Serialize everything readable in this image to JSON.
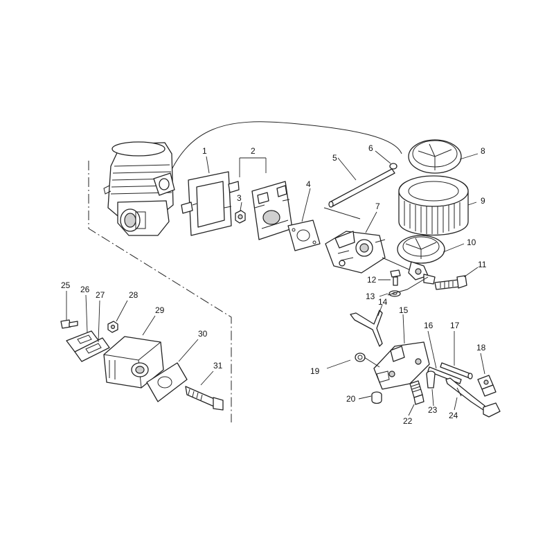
{
  "callouts": [
    {
      "id": "c1",
      "label": "1"
    },
    {
      "id": "c2",
      "label": "2"
    },
    {
      "id": "c3",
      "label": "3"
    },
    {
      "id": "c4",
      "label": "4"
    },
    {
      "id": "c5",
      "label": "5"
    },
    {
      "id": "c6",
      "label": "6"
    },
    {
      "id": "c7",
      "label": "7"
    },
    {
      "id": "c8",
      "label": "8"
    },
    {
      "id": "c9",
      "label": "9"
    },
    {
      "id": "c10",
      "label": "10"
    },
    {
      "id": "c11",
      "label": "11"
    },
    {
      "id": "c12",
      "label": "12"
    },
    {
      "id": "c13",
      "label": "13"
    },
    {
      "id": "c14",
      "label": "14"
    },
    {
      "id": "c15",
      "label": "15"
    },
    {
      "id": "c16",
      "label": "16"
    },
    {
      "id": "c17",
      "label": "17"
    },
    {
      "id": "c18",
      "label": "18"
    },
    {
      "id": "c19",
      "label": "19"
    },
    {
      "id": "c20",
      "label": "20"
    },
    {
      "id": "c21",
      "label": "22"
    },
    {
      "id": "c22",
      "label": "23"
    },
    {
      "id": "c23",
      "label": "24"
    },
    {
      "id": "c25",
      "label": "25"
    },
    {
      "id": "c26",
      "label": "26"
    },
    {
      "id": "c27",
      "label": "27"
    },
    {
      "id": "c28",
      "label": "28"
    },
    {
      "id": "c29",
      "label": "29"
    },
    {
      "id": "c30",
      "label": "30"
    },
    {
      "id": "c31",
      "label": "31"
    }
  ]
}
